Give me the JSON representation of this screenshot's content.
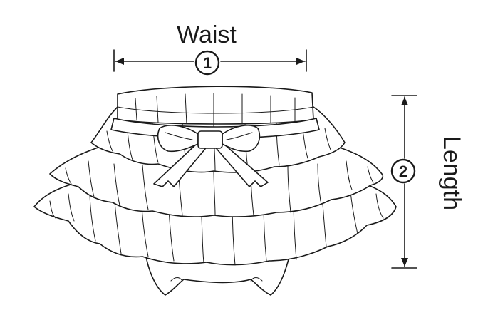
{
  "measurements": {
    "waist": {
      "number": "1",
      "label": "Waist"
    },
    "length": {
      "number": "2",
      "label": "Length"
    }
  },
  "colors": {
    "ink": "#1a1a1a",
    "background": "#ffffff"
  }
}
